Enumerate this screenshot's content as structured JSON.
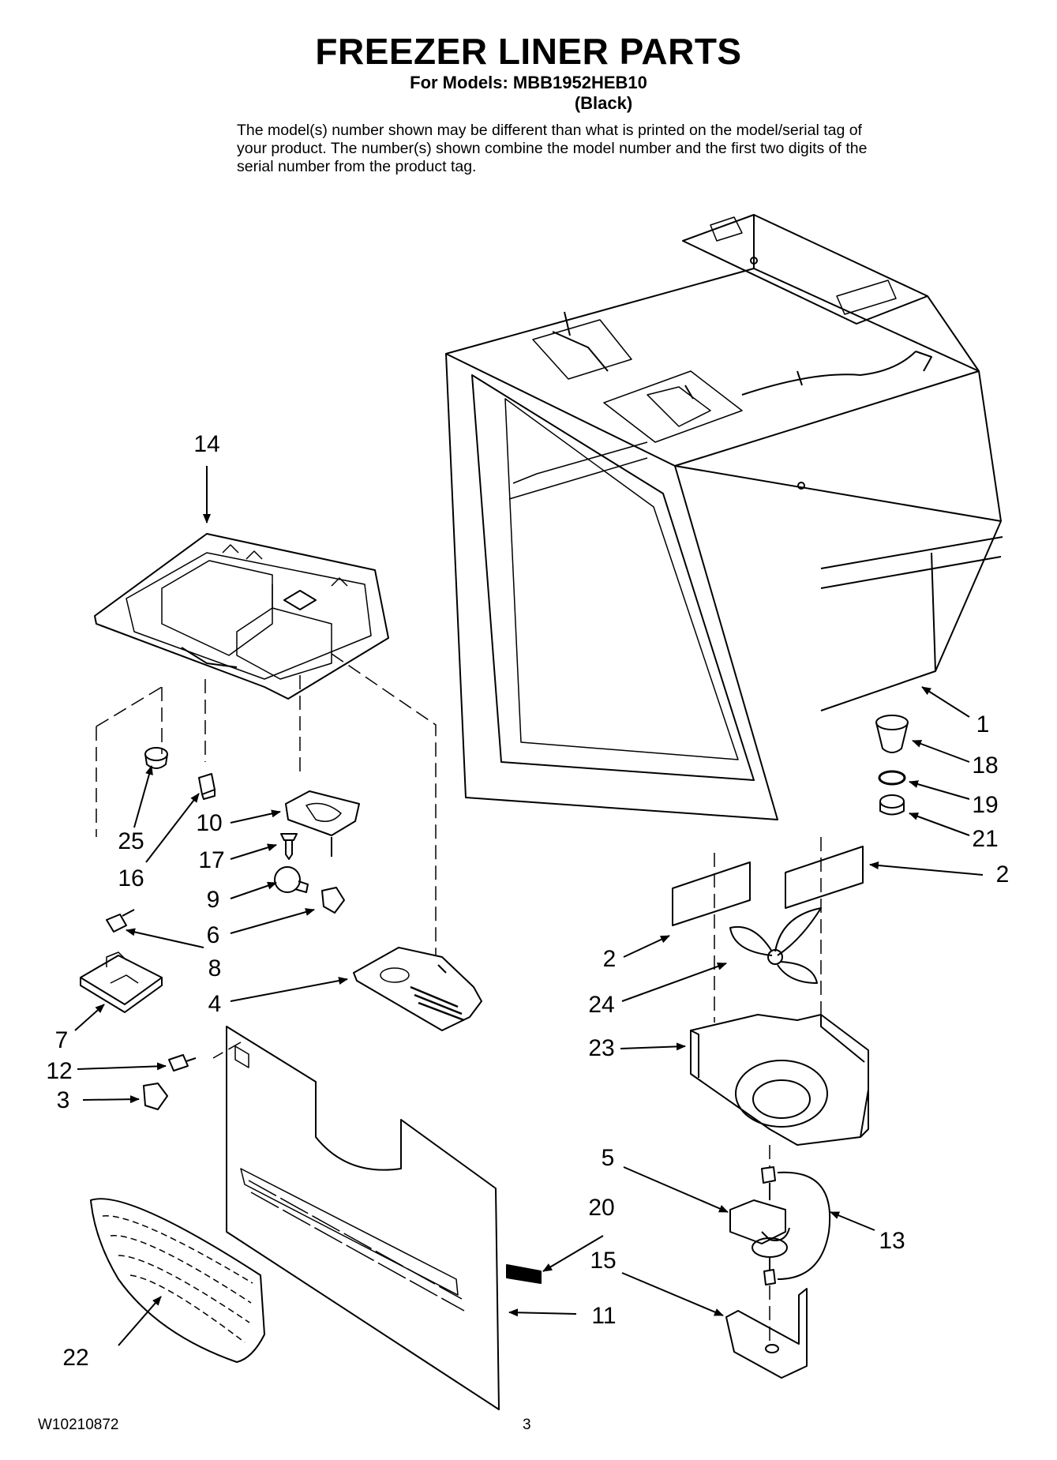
{
  "header": {
    "title": "FREEZER LINER PARTS",
    "models_line": "For Models: MBB1952HEB10",
    "variant": "(Black)"
  },
  "note": "The model(s) number shown may be different than what is printed on the model/serial tag of your product. The number(s) shown combine the model number and the first two digits of the serial number from the product tag.",
  "callouts": {
    "p1": "1",
    "p2a": "2",
    "p2b": "2",
    "p3": "3",
    "p4": "4",
    "p5": "5",
    "p6": "6",
    "p7": "7",
    "p8": "8",
    "p9": "9",
    "p10": "10",
    "p11": "11",
    "p12": "12",
    "p13": "13",
    "p14": "14",
    "p15": "15",
    "p16": "16",
    "p17": "17",
    "p18": "18",
    "p19": "19",
    "p20": "20",
    "p21": "21",
    "p22": "22",
    "p23": "23",
    "p24": "24",
    "p25": "25"
  },
  "footer": {
    "doc_number": "W10210872",
    "page": "3"
  }
}
